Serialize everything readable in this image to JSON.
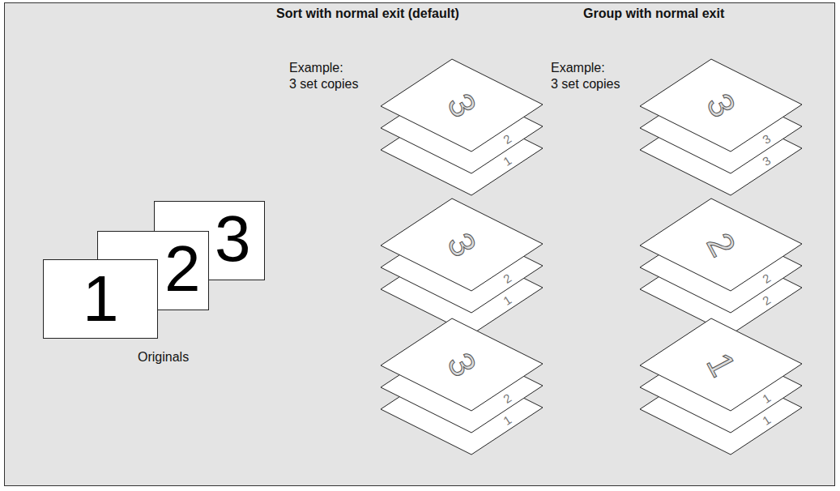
{
  "diagram": {
    "nodes": [
      {
        "text": [
          "1"
        ]
      },
      {
        "text": [
          "2"
        ]
      },
      {
        "text": [
          "3"
        ]
      }
    ],
    "labels": [
      "Sort with normal exit (default)",
      "Group with normal exit",
      "Example:",
      "3 set copies",
      "Example:",
      "3 set copies",
      "Originals",
      "3",
      "2",
      "1",
      "3",
      "2",
      "1",
      "3",
      "2",
      "1",
      "3",
      "3",
      "3",
      "2",
      "2",
      "2",
      "1",
      "1",
      "1"
    ]
  }
}
